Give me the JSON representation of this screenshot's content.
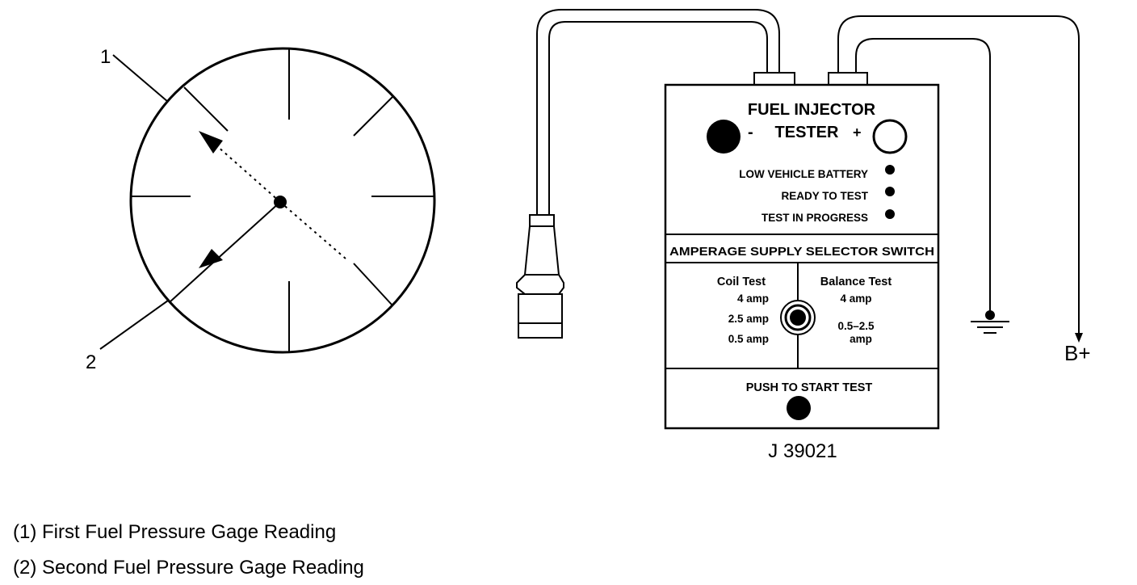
{
  "gage": {
    "callout_1": "1",
    "callout_2": "2"
  },
  "tester": {
    "title_line1": "FUEL INJECTOR",
    "title_line2": "TESTER",
    "minus_sign": "-",
    "plus_sign": "+",
    "indicators": [
      {
        "label": "LOW VEHICLE BATTERY"
      },
      {
        "label": "READY TO TEST"
      },
      {
        "label": "TEST IN PROGRESS"
      }
    ],
    "selector_header": "AMPERAGE SUPPLY SELECTOR SWITCH",
    "coil_test": {
      "title": "Coil Test",
      "options": [
        "4 amp",
        "2.5 amp",
        "0.5 amp"
      ]
    },
    "balance_test": {
      "title": "Balance Test",
      "options": [
        "4 amp",
        "0.5–2.5",
        "amp"
      ]
    },
    "push_to_start": "PUSH TO START TEST",
    "tool_number": "J 39021",
    "b_plus": "B+"
  },
  "legend": [
    "(1) First Fuel Pressure Gage Reading",
    "(2) Second Fuel Pressure Gage Reading"
  ]
}
